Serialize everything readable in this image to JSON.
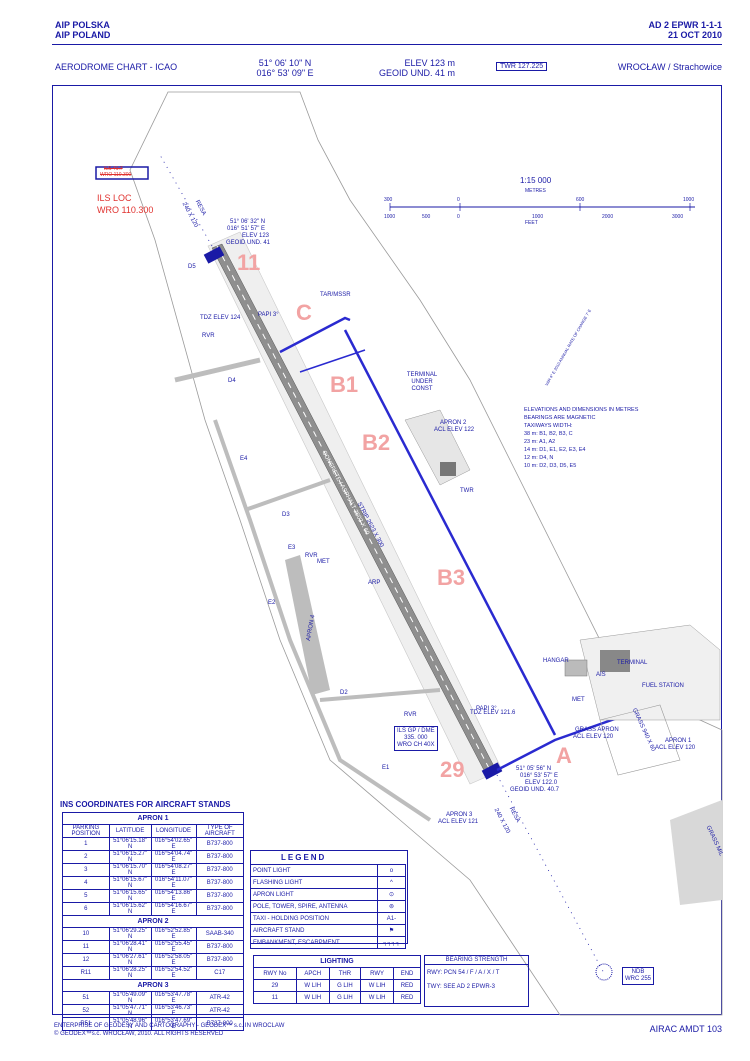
{
  "header": {
    "left1": "AIP POLSKA",
    "left2": "AIP POLAND",
    "right1": "AD 2 EPWR 1-1-1",
    "right2": "21 OCT 2010",
    "chart_title": "AERODROME CHART - ICAO",
    "lat": "51° 06' 10\" N",
    "lon": "016° 53' 09\" E",
    "elev": "ELEV 123 m",
    "geoid": "GEOID UND.  41 m",
    "twr": "TWR 127.225",
    "location": "WROCŁAW / Strachowice"
  },
  "scale": {
    "title": "1:15 000",
    "metres_label": "METRES",
    "feet_label": "FEET",
    "metres_ticks": [
      "300",
      "0",
      "600",
      "1000"
    ],
    "feet_ticks": [
      "1000",
      "500",
      "0",
      "1000",
      "2000",
      "3000"
    ]
  },
  "map": {
    "ils_loc": "ILS LOC",
    "ils_freq": "WRO 110.300",
    "ils_old1": "ILS 41.7",
    "ils_old2": "WRO  110.300",
    "resa_top": "RESA",
    "resa_top_dim": "240 X 120",
    "resa_bottom": "RESA",
    "resa_bottom_dim": "240 X 120",
    "thr11_lat": "51° 06' 32\" N",
    "thr11_lon": "016° 51' 57\" E",
    "thr11_elev": "ELEV  123",
    "thr11_geoid": "GEOID UND.  41",
    "thr29_lat": "51° 05' 56\" N",
    "thr29_lon": "016° 53' 57\" E",
    "thr29_elev": "ELEV  122.0",
    "thr29_geoid": "GEOID UND. 40.7",
    "rwy11": "11",
    "rwy29": "29",
    "twy_c": "C",
    "twy_b1": "B1",
    "twy_b2": "B2",
    "twy_b3": "B3",
    "twy_a": "A",
    "d5": "D5",
    "d4": "D4",
    "d3": "D3",
    "d2": "D2",
    "e1": "E1",
    "e2": "E2",
    "e3": "E3",
    "e4": "E4",
    "tar": "TAR/MSSR",
    "papi_top": "PAPI 3°",
    "papi_bottom": "PAPI 3°",
    "tdz_top": "TDZ ELEV 124",
    "tdz_bottom": "TDZ ELEV 121.6",
    "rvr1": "RVR",
    "rvr2": "RVR",
    "rvr3": "RVR",
    "terminal_const": "TERMINAL UNDER CONST",
    "apron2": "APRON 2",
    "apron2_elev": "ACL ELEV 122",
    "twr_label": "TWR",
    "arp": "ARP",
    "met1": "MET",
    "met2": "MET",
    "apron4": "APRON 4",
    "strip": "STRIP  2623 X 300",
    "rwy_surface": "CONCRETE / ASPHALT  2503 X 60",
    "hangar": "HANGAR",
    "terminal": "TERMINAL",
    "ais": "AIS",
    "fuel": "FUEL STATION",
    "grass_apron": "GRASS APRON",
    "grass_apron_elev": "ACL ELEV 120",
    "grass_dim": "GRASS 940 X 60",
    "apron1": "APRON 1",
    "apron1_elev": "ACL ELEV 120",
    "apron3": "APRON 3",
    "apron3_elev": "ACL ELEV 121",
    "grass_mil": "GRASS MIL",
    "ils_gp1": "ILS GP / DME",
    "ils_gp2": "335. 000",
    "ils_gp3": "WRO CH 40X",
    "ndb1": "NDB",
    "ndb2": "WRC 255",
    "var": "VAR 4° E 2010 ANNUAL RATE OF CHANGE 7' E",
    "notes": [
      "ELEVATIONS AND DIMENSIONS IN METRES",
      "BEARINGS ARE MAGNETIC",
      "TAXIWAYS WIDTH:",
      "38 m:  B1, B2, B3, C",
      "23 m:  A1, A2",
      "14 m:  D1, E1, E2, E3, E4",
      "12 m:  D4, N",
      "10 m:  D2, D3, D5, E5"
    ]
  },
  "ins_table": {
    "title": "INS COORDINATES FOR AIRCRAFT STANDS",
    "headers": [
      "PARKING POSITION",
      "LATITUDE",
      "LONGITUDE",
      "TYPE OF AIRCRAFT"
    ],
    "groups": [
      {
        "name": "APRON 1",
        "rows": [
          [
            "1",
            "51°06'15.18\" N",
            "016°54'02.65\" E",
            "B737-800"
          ],
          [
            "2",
            "51°06'15.27\" N",
            "016°54'04.74\" E",
            "B737-800"
          ],
          [
            "3",
            "51°06'15.70\" N",
            "016°54'08.27\" E",
            "B737-800"
          ],
          [
            "4",
            "51°06'15.67\" N",
            "016°54'11.07\" E",
            "B737-800"
          ],
          [
            "5",
            "51°06'15.65\" N",
            "016°54'13.86\" E",
            "B737-800"
          ],
          [
            "6",
            "51°06'15.62\" N",
            "016°54'16.67\" E",
            "B737-800"
          ]
        ]
      },
      {
        "name": "APRON 2",
        "rows": [
          [
            "10",
            "51°06'29.25\" N",
            "016°52'52.85\" E",
            "SAAB-340"
          ],
          [
            "11",
            "51°06'28.41\" N",
            "016°52'55.45\" E",
            "B737-800"
          ],
          [
            "12",
            "51°06'27.61\" N",
            "016°52'58.05\" E",
            "B737-800"
          ],
          [
            "R11",
            "51°06'28.25\" N",
            "016°52'54.52\" E",
            "C17"
          ]
        ]
      },
      {
        "name": "APRON 3",
        "rows": [
          [
            "51",
            "51°05'49.09\" N",
            "016°53'47.78\" E",
            "ATR-42"
          ],
          [
            "52",
            "51°05'47.71\" N",
            "016°53'46.73\" E",
            "ATR-42"
          ],
          [
            "R51",
            "51°05'48.96\" N",
            "016°53'47.69\" E",
            "B737-800"
          ]
        ]
      }
    ]
  },
  "legend": {
    "title": "LEGEND",
    "items": [
      {
        "label": "POINT LIGHT",
        "sym": "o"
      },
      {
        "label": "FLASHING LIGHT",
        "sym": "^"
      },
      {
        "label": "APRON LIGHT",
        "sym": "⊙"
      },
      {
        "label": "POLE, TOWER, SPIRE, ANTENNA",
        "sym": "⊚"
      },
      {
        "label": "TAXI - HOLDING  POSITION",
        "sym": "A1-"
      },
      {
        "label": "AIRCRAFT STAND",
        "sym": "⚑"
      },
      {
        "label": "EMBANKMENT,  ESCARPMENT",
        "sym": "┐┐┐┐"
      }
    ]
  },
  "lighting": {
    "title": "LIGHTING",
    "headers": [
      "RWY No",
      "APCH",
      "THR",
      "RWY",
      "END"
    ],
    "rows": [
      [
        "29",
        "W LIH",
        "G LIH",
        "W LIH",
        "RED"
      ],
      [
        "11",
        "W LIH",
        "G LIH",
        "W LIH",
        "RED"
      ]
    ]
  },
  "bearing": {
    "title": "BEARING STRENGTH",
    "rwy": "RWY:  PCN 54 / F / A / X / T",
    "twy": "TWY:  SEE AD 2 EPWR-3"
  },
  "footer": {
    "line1": "ENTERPRISE OF GEODESY AND CARTOGRAPHY - GEODEX™ s.c. IN WROCLAW",
    "line2": "© GEODEX™s.c. WROCŁAW, 2010.  ALL  RIGHTS  RESERVED",
    "amdt": "AIRAC AMDT 103"
  },
  "colors": {
    "ink": "#1a1aa6",
    "runway": "#8f8f8f",
    "label_pink": "#f2a3a3",
    "ils_red": "#e0322f"
  }
}
